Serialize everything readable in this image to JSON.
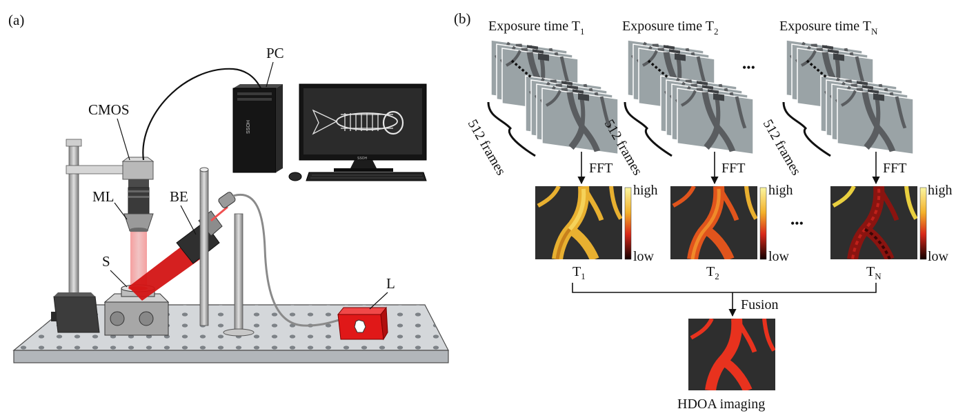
{
  "panel_a": {
    "panel_label": "(a)",
    "labels": {
      "pc": "PC",
      "cmos": "CMOS",
      "ml": "ML",
      "be": "BE",
      "s": "S",
      "l": "L"
    },
    "case_text": "SSOH",
    "monitor_text": "SSOH"
  },
  "panel_b": {
    "panel_label": "(b)",
    "exposure_prefix": "Exposure time T",
    "subscripts": [
      "1",
      "2",
      "N"
    ],
    "frames_label": "512 frames",
    "fft_label": "FFT",
    "ellipsis": "•••",
    "colorbar": {
      "high": "high",
      "low": "low"
    },
    "map_label_prefix": "T",
    "fusion_label": "Fusion",
    "result_label": "HDOA imaging"
  },
  "colors": {
    "frame_gray": "#9aa3a6",
    "vessel_gray": "#5a5d60",
    "map_bg": "#2e2e2e",
    "vessel_yellow": "#e8b030",
    "vessel_red": "#e8321e",
    "vessel_dark": "#5a0a08",
    "laser_red": "#e01818"
  }
}
